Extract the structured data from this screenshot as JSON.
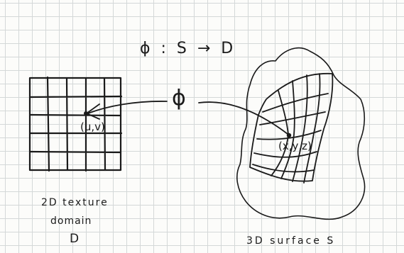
{
  "mapping_label": "ϕ : S → D",
  "map_symbol": "ϕ",
  "domain_point_label": "(u,v)",
  "surface_point_label": "(x,y,z)",
  "domain_caption": {
    "line1": "2D texture",
    "line2": "domain",
    "line3": "D"
  },
  "surface_caption": "3D surface S",
  "ink_color": "#1a1a1a",
  "grid_color": "#d4d8d8"
}
